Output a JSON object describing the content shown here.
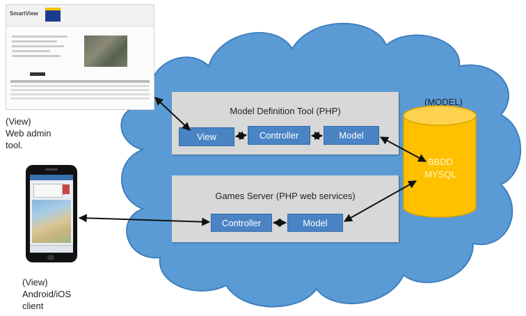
{
  "admin_screenshot": {
    "brand": "SmartView"
  },
  "admin_caption": "(View)\nWeb admin\ntool.",
  "client_caption": "(View)\nAndroid/iOS\nclient",
  "model_tool": {
    "title": "Model Definition Tool (PHP)",
    "view": "View",
    "controller": "Controller",
    "model": "Model"
  },
  "games_server": {
    "title": "Games Server (PHP web services)",
    "controller": "Controller",
    "model": "Model"
  },
  "database": {
    "header": "(MODEL)",
    "line1": "BBDD",
    "line2": "MYSQL"
  },
  "colors": {
    "cloud": "#5b9bd5",
    "cloud_border": "#3f7fbf",
    "panel": "#d8d8d8",
    "box": "#4a84c4",
    "cylinder": "#ffc000",
    "cylinder_label": "#fff6c9"
  }
}
